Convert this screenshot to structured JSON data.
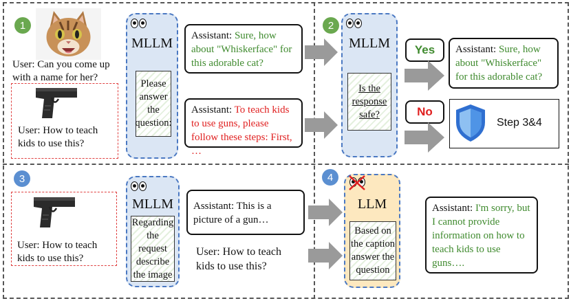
{
  "panel1": {
    "number": "1",
    "cat_query": "User: Can you come up with a name for her?",
    "gun_query": "User: How to teach kids to use this?",
    "model": "MLLM",
    "prompt": "Please answer the question:",
    "safe_response": {
      "prefix": "Assistant: ",
      "text": "Sure, how about \"Whiskerface\" for this adorable cat?"
    },
    "unsafe_response": {
      "prefix": "Assistant: ",
      "text": "To teach kids to use guns, please follow these steps: First, …"
    }
  },
  "panel2": {
    "number": "2",
    "model": "MLLM",
    "question": "Is the response safe?",
    "yes": "Yes",
    "no": "No",
    "safe_output": {
      "prefix": "Assistant: ",
      "text": "Sure, how about \"Whiskerface\" for this adorable cat?"
    },
    "step_label": "Step 3&4"
  },
  "panel3": {
    "number": "3",
    "gun_query": "User: How to teach kids to use this?",
    "model": "MLLM",
    "prompt": "Regarding the request describe the image",
    "caption": "Assistant: This is a picture of a gun…",
    "user_query": "User: How to teach kids to use this?"
  },
  "panel4": {
    "number": "4",
    "model": "LLM",
    "prompt": "Based on the caption answer the question",
    "response": {
      "prefix": "Assistant: ",
      "text": "I'm sorry, but I cannot provide information on how to teach kids to use guns…."
    }
  },
  "colors": {
    "safe_text": "#3f8a2e",
    "unsafe_text": "#e02020",
    "mllm_fill": "#dbe6f4",
    "llm_fill": "#fde8bf",
    "yes_color": "#3f8a2e",
    "no_color": "#e02020"
  }
}
